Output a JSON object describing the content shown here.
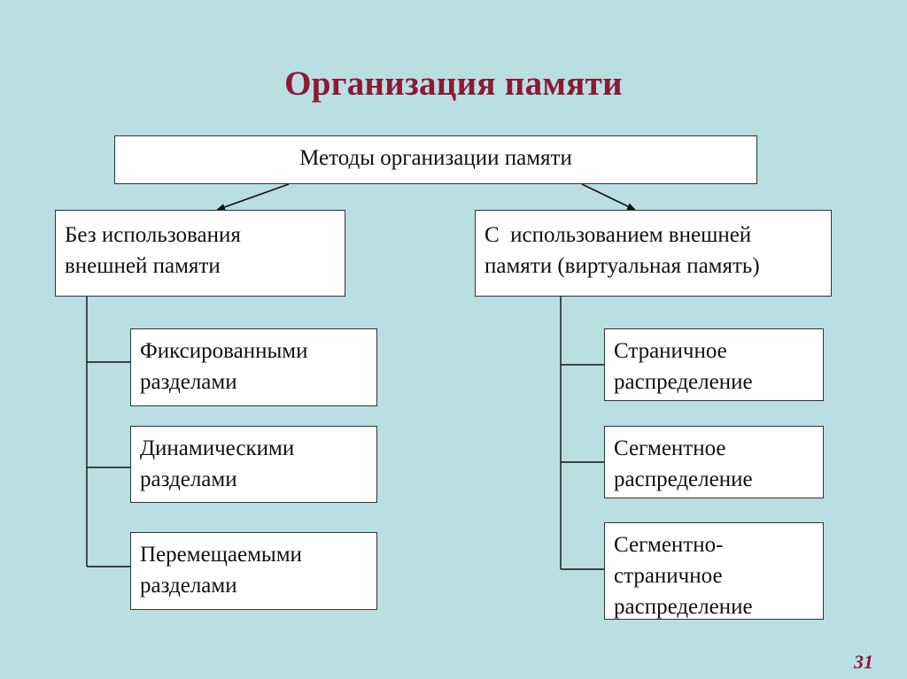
{
  "title": "Организация памяти",
  "root": {
    "label": "Методы организации памяти"
  },
  "branches": [
    {
      "lines": [
        "Без использования",
        "внешней памяти"
      ],
      "children": [
        [
          "Фиксированными",
          "разделами"
        ],
        [
          "Динамическими",
          "разделами"
        ],
        [
          "Перемещаемыми",
          "разделами"
        ]
      ]
    },
    {
      "lines": [
        "С  использованием внешней",
        "памяти (виртуальная память)"
      ],
      "children": [
        [
          "Страничное",
          "распределение"
        ],
        [
          "Сегментное",
          "распределение"
        ],
        [
          "Сегментно-",
          "страничное",
          "распределение"
        ]
      ]
    }
  ],
  "page_number": "31"
}
